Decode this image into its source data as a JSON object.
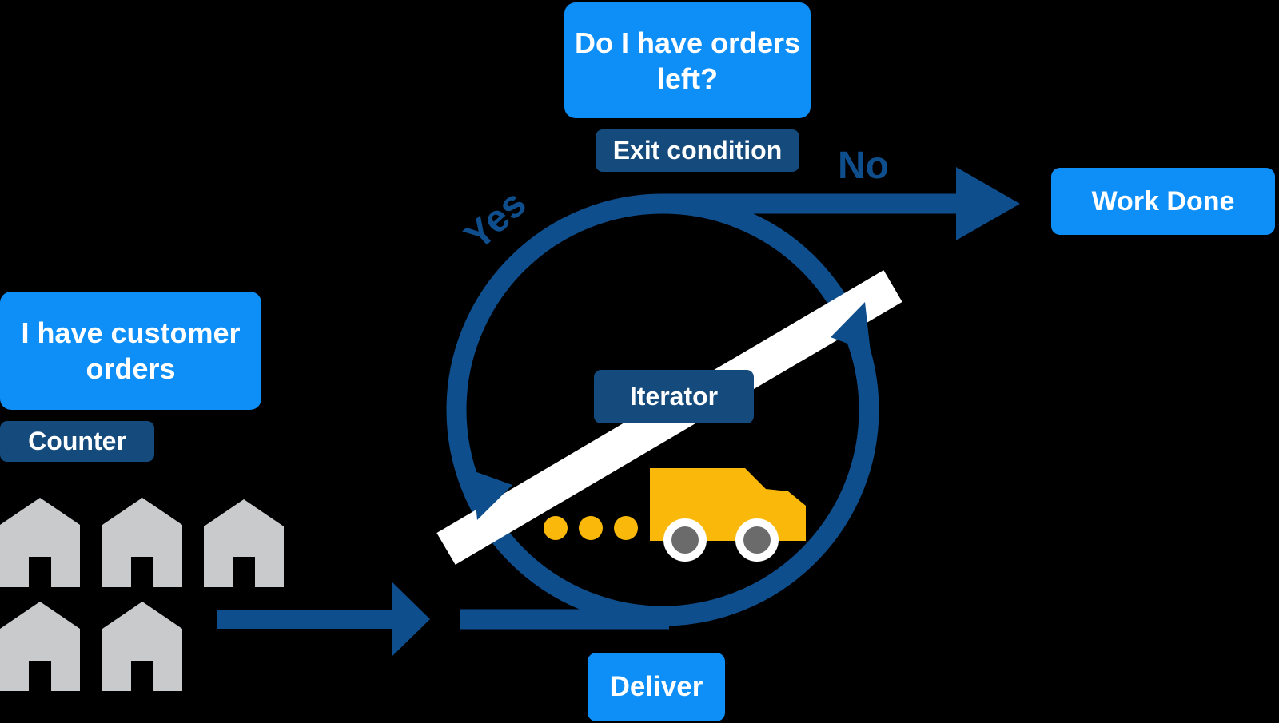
{
  "title": "Delivery loop iteration diagram",
  "colors": {
    "background": "#000000",
    "bright_blue": "#0E8EF7",
    "navy_line": "#0F4E8C",
    "navy_box": "#144A7C",
    "house_gray": "#C9CACB",
    "truck_yellow": "#F9B80A",
    "wheel_gray": "#6B6B6B",
    "band_white": "#FFFFFF"
  },
  "nodes": {
    "question": {
      "label": "Do I have orders left?"
    },
    "exit_condition": {
      "label": "Exit condition"
    },
    "work_done": {
      "label": "Work Done"
    },
    "customer_orders": {
      "label": "I have customer orders"
    },
    "counter": {
      "label": "Counter"
    },
    "iterator": {
      "label": "Iterator"
    },
    "deliver": {
      "label": "Deliver"
    }
  },
  "edge_labels": {
    "yes": "Yes",
    "no": "No"
  },
  "icons": {
    "house_count": 5,
    "progress_dot_count": 3,
    "truck": "delivery-truck-icon"
  }
}
